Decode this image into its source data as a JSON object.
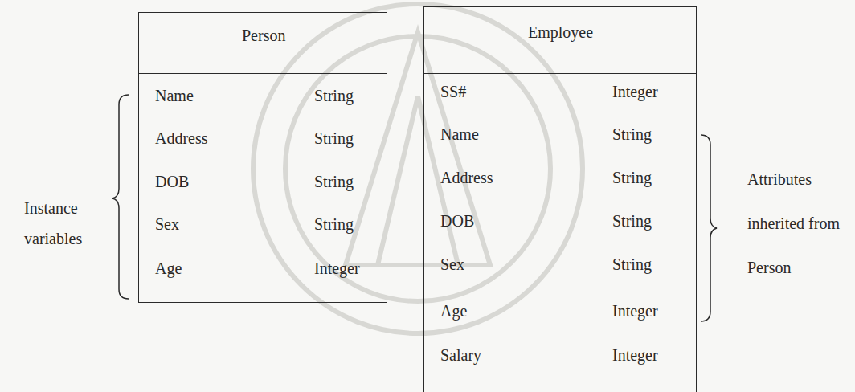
{
  "diagram": {
    "nodes": [
      {
        "text": [
          "Person",
          "Name",
          "String",
          "Address",
          "String",
          "DOB",
          "String",
          "Sex",
          "String",
          "Age",
          "Integer"
        ]
      },
      {
        "text": [
          "Employee",
          "SS#",
          "Integer",
          "Name",
          "String",
          "Address",
          "String",
          "DOB",
          "String",
          "Sex",
          "String",
          "Age",
          "Integer",
          "Salary",
          "Integer"
        ]
      }
    ],
    "labels": [
      "Instance variables",
      "Attributes inherited from Person"
    ]
  }
}
